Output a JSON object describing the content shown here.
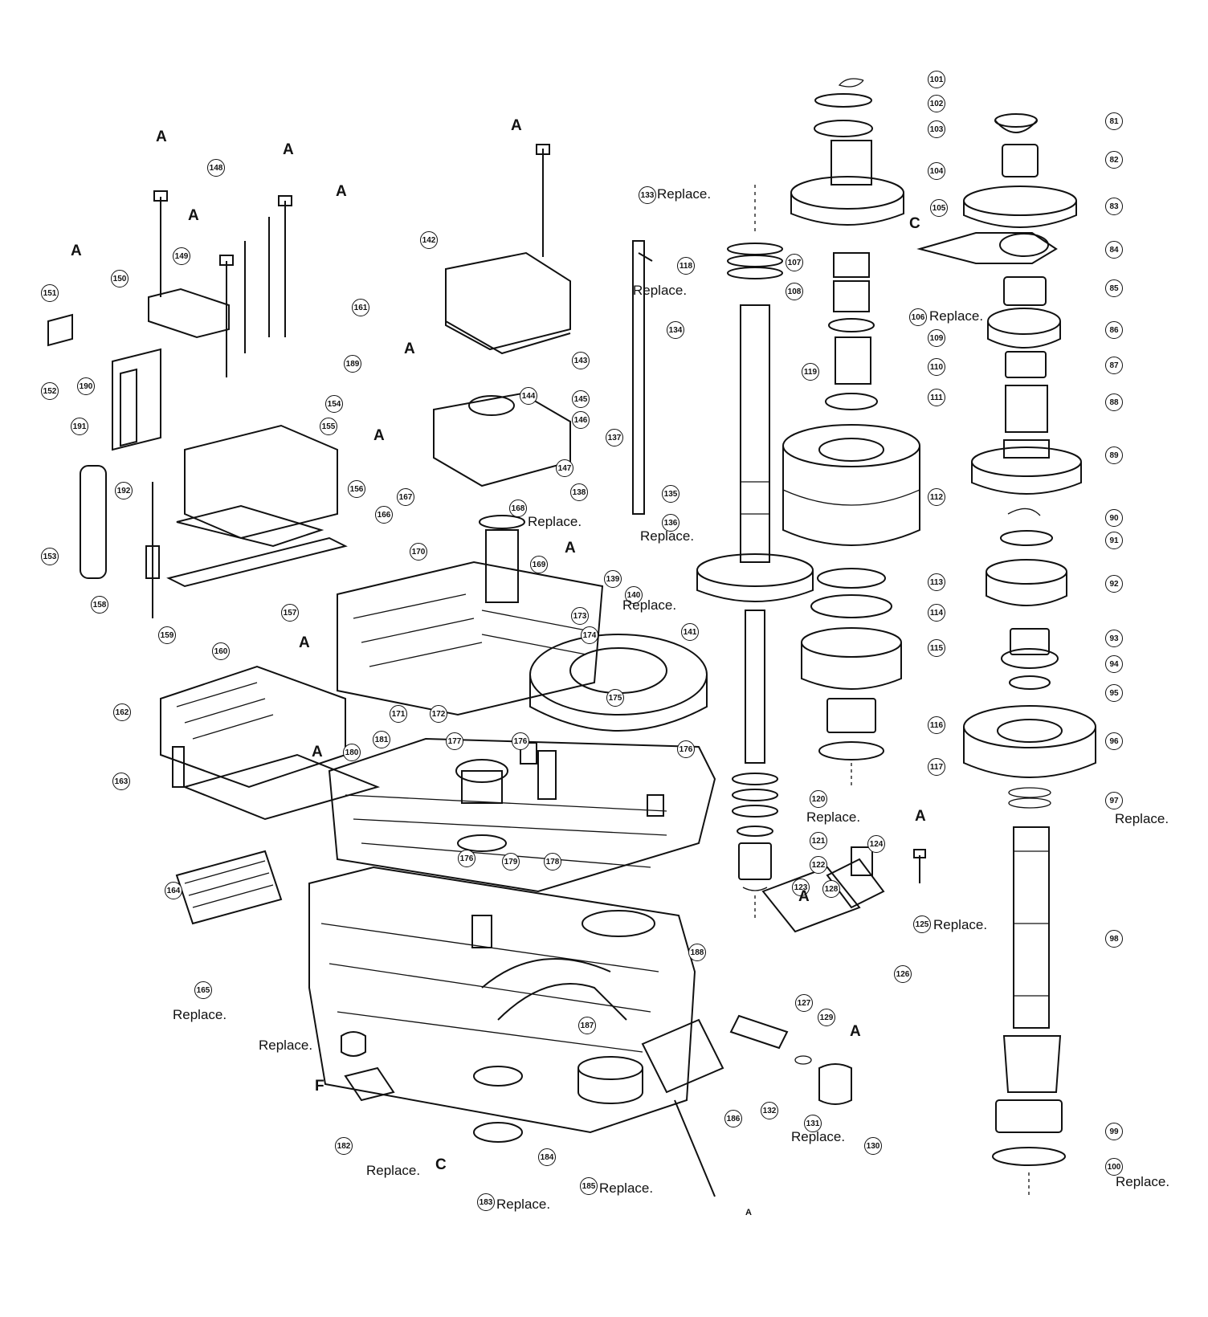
{
  "callouts": [
    "81",
    "82",
    "83",
    "84",
    "85",
    "86",
    "87",
    "88",
    "89",
    "90",
    "91",
    "92",
    "93",
    "94",
    "95",
    "96",
    "97",
    "98",
    "99",
    "100",
    "101",
    "102",
    "103",
    "104",
    "105",
    "106",
    "107",
    "108",
    "109",
    "110",
    "111",
    "112",
    "113",
    "114",
    "115",
    "116",
    "117",
    "118",
    "119",
    "120",
    "121",
    "122",
    "123",
    "124",
    "125",
    "126",
    "127",
    "128",
    "129",
    "130",
    "131",
    "132",
    "133",
    "134",
    "135",
    "136",
    "137",
    "138",
    "139",
    "140",
    "141",
    "142",
    "143",
    "144",
    "145",
    "146",
    "147",
    "148",
    "149",
    "150",
    "151",
    "152",
    "153",
    "154",
    "155",
    "156",
    "157",
    "158",
    "159",
    "160",
    "161",
    "162",
    "163",
    "164",
    "165",
    "166",
    "167",
    "168",
    "169",
    "170",
    "171",
    "172",
    "173",
    "174",
    "175",
    "176",
    "177",
    "178",
    "179",
    "180",
    "181",
    "182",
    "183",
    "184",
    "185",
    "186",
    "187",
    "188",
    "189",
    "190",
    "191",
    "192"
  ],
  "labels": {
    "replace": "Replace."
  },
  "letters": {
    "a": "A",
    "c": "C",
    "f": "F"
  }
}
